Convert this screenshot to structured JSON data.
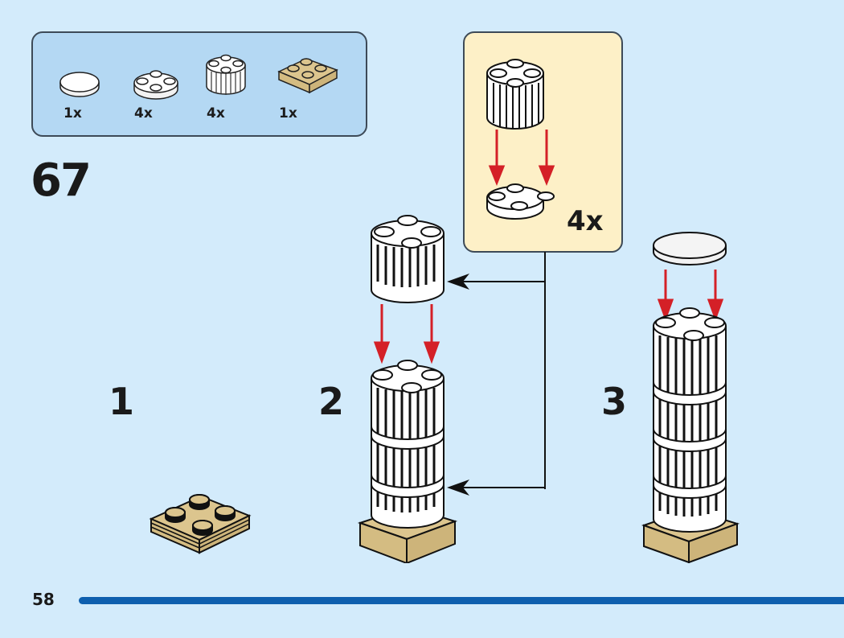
{
  "page": {
    "step_number": "67",
    "page_number": "58",
    "progress_bar_color": "#0e5fae",
    "background_color": "#d3ebfb"
  },
  "parts_list": {
    "items": [
      {
        "part": "white-round-tile-2x2",
        "quantity": "1x"
      },
      {
        "part": "white-round-plate-2x2",
        "quantity": "4x"
      },
      {
        "part": "white-round-brick-2x2-grille",
        "quantity": "4x"
      },
      {
        "part": "tan-plate-stack-2x2",
        "quantity": "1x"
      }
    ]
  },
  "sub_assembly_callout": {
    "quantity": "4x",
    "description": "round brick onto round plate",
    "background_color": "#fdf0c7"
  },
  "sub_steps": [
    {
      "label": "1"
    },
    {
      "label": "2"
    },
    {
      "label": "3"
    }
  ],
  "colors": {
    "arrow_red": "#d42027",
    "tan": "#dcc58e",
    "outline": "#1a1a1a"
  }
}
